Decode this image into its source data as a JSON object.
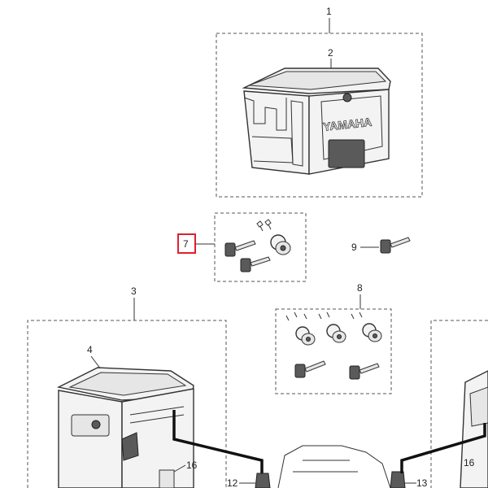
{
  "diagram": {
    "callouts": {
      "c1": "1",
      "c2": "2",
      "c3": "3",
      "c4": "4",
      "c7": "7",
      "c8": "8",
      "c9": "9",
      "c12": "12",
      "c13": "13",
      "c16a": "16",
      "c16b": "16"
    },
    "highlighted_callout": "7",
    "emblem_text": "YAMAHA",
    "highlight_color": "#e0202e"
  }
}
